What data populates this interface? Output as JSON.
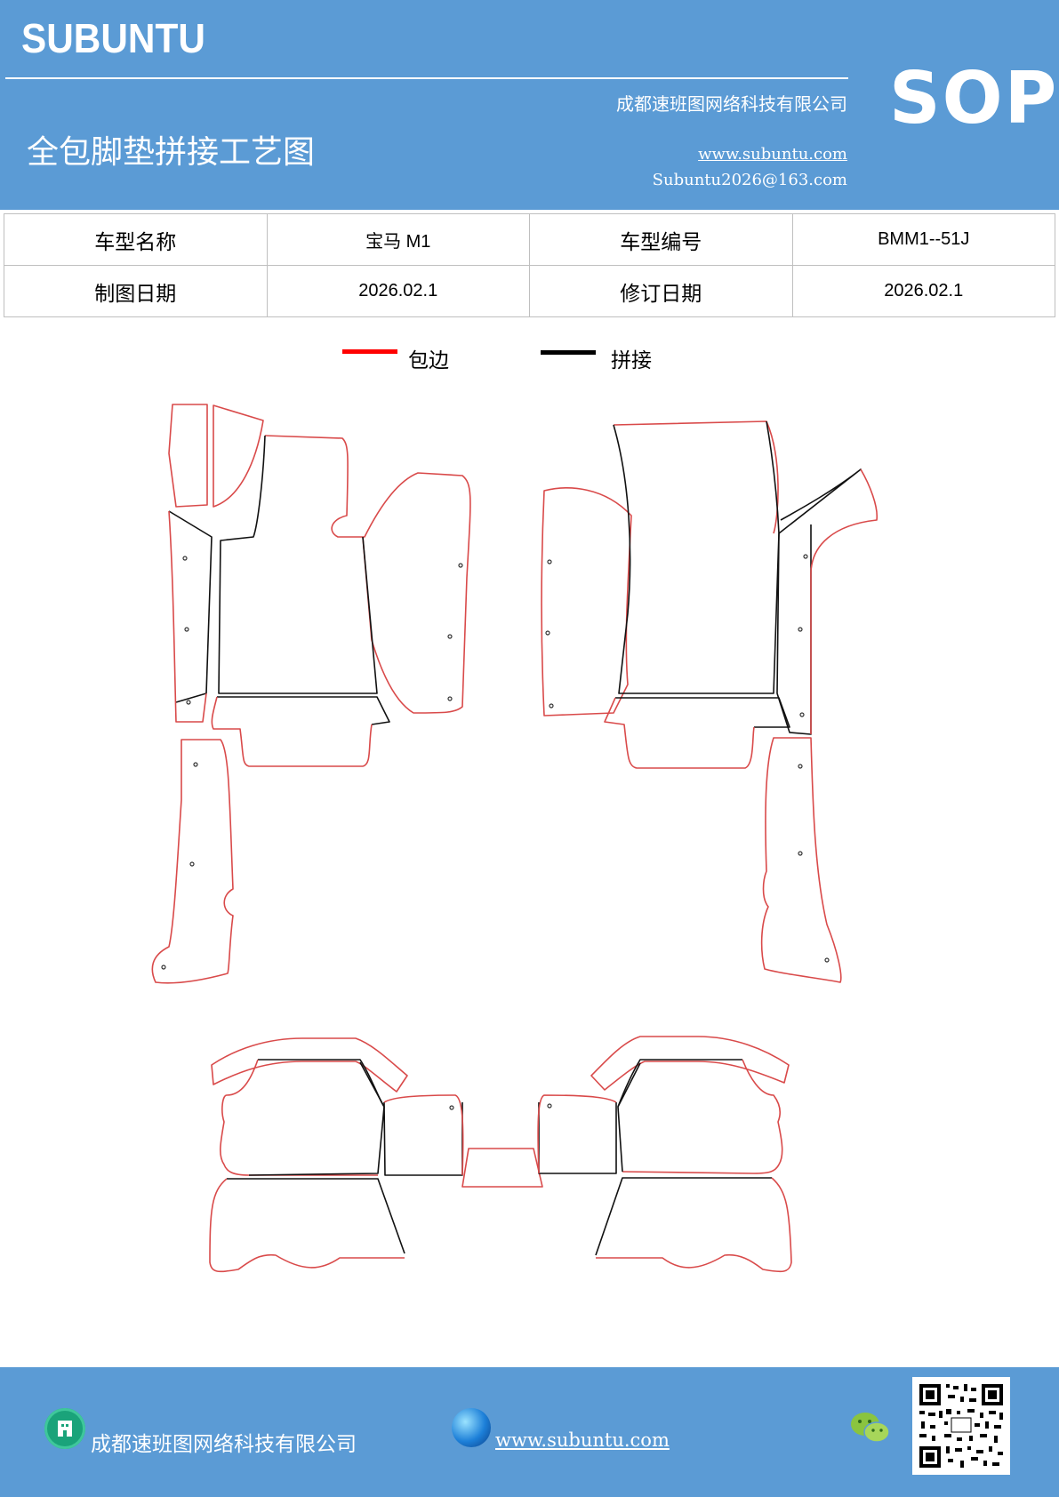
{
  "header": {
    "brand": "SUBUNTU",
    "sop": "SOP",
    "company": "成都速班图网络科技有限公司",
    "title": "全包脚垫拼接工艺图",
    "url": "www.subuntu.com",
    "email": "Subuntu2026@163.com"
  },
  "info_table": {
    "model_name_label": "车型名称",
    "model_name_value": "宝马 M1",
    "model_code_label": "车型编号",
    "model_code_value": "BMM1--51J",
    "draw_date_label": "制图日期",
    "draw_date_value": "2026.02.1",
    "revise_date_label": "修订日期",
    "revise_date_value": "2026.02.1"
  },
  "legend": {
    "edge_label": "包边",
    "edge_color": "#ff0000",
    "splice_label": "拼接",
    "splice_color": "#000000"
  },
  "footer": {
    "company": "成都速班图网络科技有限公司",
    "url": "www.subuntu.com",
    "icons": [
      "building-icon",
      "globe-icon",
      "wechat-icon",
      "qr-code"
    ]
  },
  "colors": {
    "brand_blue": "#5b9bd5",
    "edge": "#d94a4a",
    "splice": "#111111"
  }
}
